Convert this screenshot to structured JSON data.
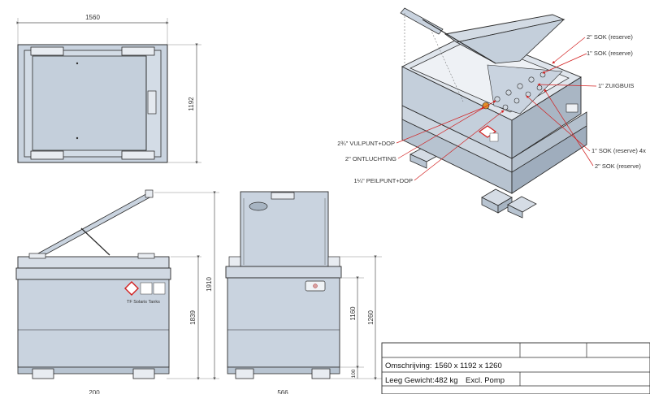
{
  "dimensions": {
    "top_width": "1560",
    "top_depth": "1192",
    "front_overall_height": "1839",
    "front_open_height": "1910",
    "side_body_height": "1160",
    "side_total_height": "1260",
    "side_foot_height": "100",
    "bottom_a": "200",
    "bottom_b": "566"
  },
  "labels": {
    "sok_2_reserve_top": "2\" SOK (reserve)",
    "sok_1_reserve_top": "1\" SOK (reserve)",
    "zuigbuis": "1\" ZUIGBUIS",
    "vulpunt": "2¾\" VULPUNT+DOP",
    "ontluchting": "2\" ONTLUCHTING",
    "peilpunt": "1¼\" PEILPUNT+DOP",
    "sok_1_reserve_4x": "1\" SOK (reserve) 4x",
    "sok_2_reserve_bottom": "2\" SOK (reserve)"
  },
  "brand_label": "TF Solaris Tanks",
  "title_block": {
    "row1_label": "Omschrijving:",
    "row1_value": "1560 x 1192 x 1260",
    "row2_label": "Leeg Gewicht:",
    "row2_value": "482 kg",
    "row2_extra": "Excl. Pomp"
  },
  "colors": {
    "tank_fill": "#c9d3df",
    "tank_dark": "#9fadbd",
    "line": "#2b2b2b",
    "callout": "#d21e1e",
    "dim_line": "#555555"
  }
}
